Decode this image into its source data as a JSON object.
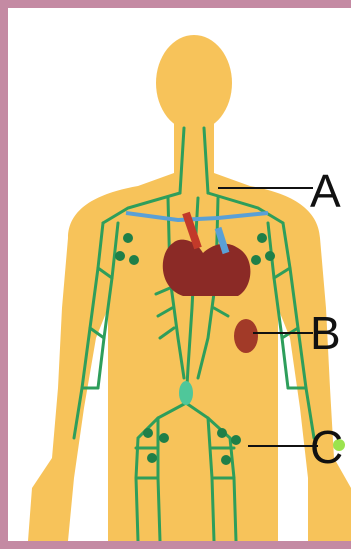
{
  "diagram": {
    "labels": {
      "a": "A",
      "b": "B",
      "c": "C"
    },
    "colors": {
      "frame_border": "#c48aa3",
      "background": "#ffffff",
      "body": "#f7c35a",
      "vessel": "#2e9e5b",
      "vessel_dark": "#1f7f48",
      "heart": "#8b2a26",
      "blue_vessel": "#5aa0d6",
      "thymus_bright": "#9be34e",
      "pointer": "#111111"
    }
  }
}
